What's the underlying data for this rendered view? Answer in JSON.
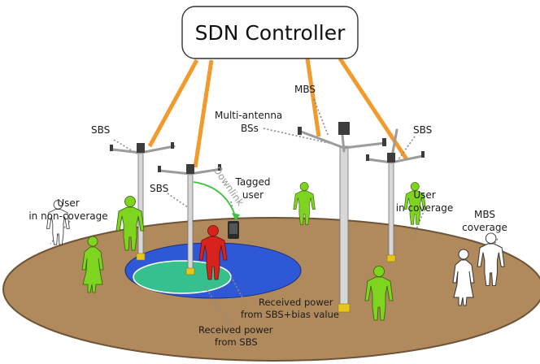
{
  "controller": {
    "label": "SDN Controller"
  },
  "labels": {
    "sbs_left": "SBS",
    "sbs_center": "SBS",
    "sbs_right": "SBS",
    "mbs": "MBS",
    "multi_antenna_line1": "Multi-antenna",
    "multi_antenna_line2": "BSs",
    "downlink": "Downlink",
    "tagged_user_line1": "Tagged",
    "tagged_user_line2": "user",
    "user_non_coverage_line1": "User",
    "user_non_coverage_line2": "in non-coverage",
    "user_coverage_line1": "User",
    "user_coverage_line2": "in coverage",
    "mbs_coverage_line1": "MBS",
    "mbs_coverage_line2": "coverage",
    "received_bias_line1": "Received power",
    "received_bias_line2": "from SBS+bias value",
    "received_sbs_line1": "Received power",
    "received_sbs_line2": "from SBS"
  },
  "colors": {
    "ground": "#b08a5c",
    "ground_edge": "#6e5436",
    "outer_coverage": "#2f58d6",
    "inner_coverage": "#36c08e",
    "backhaul_link": "#f29a2e",
    "user_in_coverage": "#7fd41f",
    "tagged_user": "#d8221d",
    "user_out_of_coverage": "#ffffff",
    "downlink_arrow": "#3ec23e"
  },
  "icons": {
    "phone": "phone-icon",
    "person": "person-icon"
  }
}
